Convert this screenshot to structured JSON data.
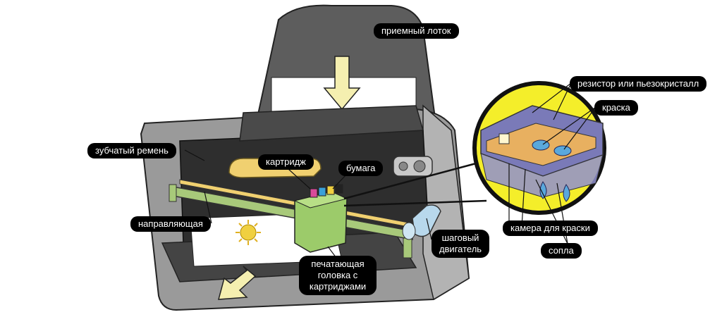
{
  "labels": {
    "output_tray": "приемный лоток",
    "resistor": "резистор или пьезокристалл",
    "ink": "краска",
    "timing_belt": "зубчатый ремень",
    "cartridge": "картридж",
    "paper": "бумага",
    "guide_rail": "направляющая",
    "stepper_motor": "шаговый двигатель",
    "ink_chamber": "камера для краски",
    "nozzles": "сопла",
    "print_head": "печатающая головка с картриджами"
  },
  "colors": {
    "printer_body": "#9a9a9a",
    "printer_dark": "#4a4a4a",
    "zoom_background": "#f4ee2a",
    "ink_blue": "#5aa8dc",
    "print_head_green": "#9ccb6a",
    "arrow_fill": "#f5efb0",
    "rail_green": "#a8c97a",
    "belt_yellow": "#f0d070",
    "callout_bg": "#000000"
  },
  "icons": [
    "sun-icon",
    "paper-feed-arrow-icon",
    "paper-output-arrow-icon"
  ]
}
